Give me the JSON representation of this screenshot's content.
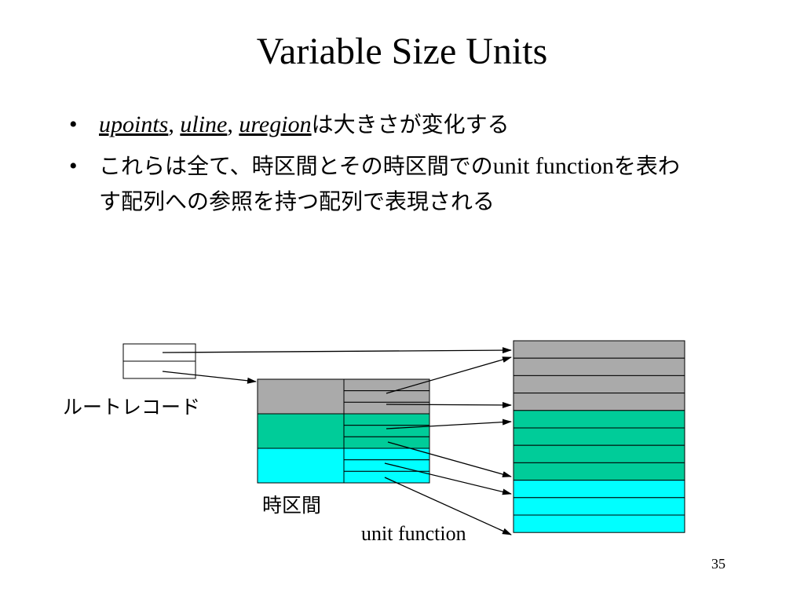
{
  "slide": {
    "title": "Variable Size Units",
    "page_number": "35"
  },
  "bullets": [
    {
      "parts": [
        {
          "text": "upoints",
          "style": "ital-u"
        },
        {
          "text": ", ",
          "style": "plain"
        },
        {
          "text": "uline",
          "style": "ital-u"
        },
        {
          "text": ", ",
          "style": "plain"
        },
        {
          "text": "uregion",
          "style": "ital-u"
        },
        {
          "text": "は大きさが変化する",
          "style": "jp"
        }
      ]
    },
    {
      "parts": [
        {
          "text": "これらは全て、時区間とその時区間での",
          "style": "jp"
        },
        {
          "text": "unit function",
          "style": "plain"
        },
        {
          "text": "を表わす配列への参照を持つ配列で表現される",
          "style": "jp"
        }
      ]
    }
  ],
  "diagram": {
    "labels": {
      "root_record": "ルートレコード",
      "time_interval": "時区間",
      "unit_function": "unit function"
    },
    "colors": {
      "gray": "#aaaaaa",
      "green": "#00cc99",
      "cyan": "#00ffff",
      "border": "#000000"
    },
    "root_record_rows": 2,
    "interval_rows": [
      "gray",
      "green",
      "cyan"
    ],
    "pointer_cells_per_interval": 3,
    "unit_function_rows": [
      "gray",
      "gray",
      "gray",
      "gray",
      "green",
      "green",
      "green",
      "green",
      "cyan",
      "cyan",
      "cyan"
    ]
  }
}
